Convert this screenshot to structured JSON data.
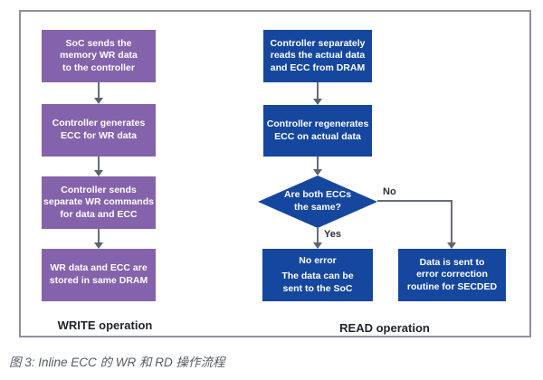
{
  "figure": {
    "caption": "图 3:  Inline ECC 的 WR 和 RD 操作流程"
  },
  "write_flow": {
    "label": "WRITE operation",
    "steps": [
      "SoC sends the\nmemory WR data\nto the controller",
      "Controller generates\nECC for WR data",
      "Controller sends\nseparate WR commands\nfor data and ECC",
      "WR data and ECC are\nstored in same DRAM"
    ]
  },
  "read_flow": {
    "label": "READ operation",
    "step1": "Controller separately\nreads the actual data\nand ECC from DRAM",
    "step2": "Controller regenerates\nECC on actual data",
    "decision": "Are both ECCs\nthe same?",
    "yes_label": "Yes",
    "no_label": "No",
    "yes_outcome_title": "No error",
    "yes_outcome_body": "The data can be\nsent to the SoC",
    "no_outcome": "Data is sent to\nerror correction\nroutine for SECDED"
  },
  "colors": {
    "write_box": "#8563ac",
    "read_box": "#16479e",
    "arrow": "#656d78",
    "frame_border": "#8b919c",
    "box_text": "#ffffff",
    "caption_text": "#555b63"
  }
}
